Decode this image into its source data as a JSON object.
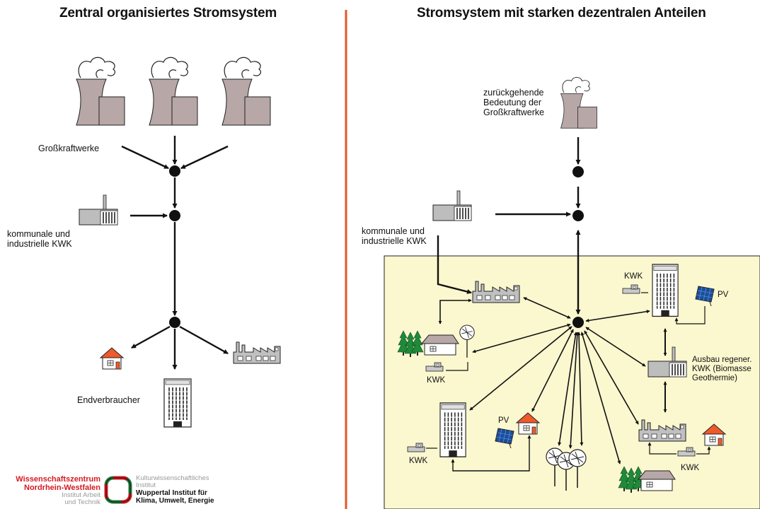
{
  "titles": {
    "left": "Zentral organisiertes Stromsystem",
    "right": "Stromsystem mit starken dezentralen Anteilen"
  },
  "left": {
    "grosskraftwerke": "Großkraftwerke",
    "kwk_line1": "kommunale und",
    "kwk_line2": "industrielle KWK",
    "endverbraucher": "Endverbraucher"
  },
  "right": {
    "zurueck_line1": "zurückgehende",
    "zurueck_line2": "Bedeutung der",
    "zurueck_line3": "Großkraftwerke",
    "kwk_line1": "kommunale und",
    "kwk_line2": "industrielle KWK",
    "kwk_top": "KWK",
    "pv_top": "PV",
    "kwk_left": "KWK",
    "ausbau_line1": "Ausbau regener.",
    "ausbau_line2": "KWK (Biomasse",
    "ausbau_line3": "Geothermie)",
    "pv_mid": "PV",
    "kwk_bottom_left": "KWK",
    "kwk_bottom_right": "KWK"
  },
  "logos": {
    "wz_line1": "Wissenschaftszentrum",
    "wz_line2": "Nordrhein-Westfalen",
    "wz_line3": "Institut Arbeit",
    "wz_line4": "und Technik",
    "kw_line1": "Kulturwissenschaftliches",
    "kw_line2": "Institut",
    "wi_line1": "Wuppertal Institut für",
    "wi_line2": "Klima, Umwelt, Energie"
  },
  "colors": {
    "divider": "#e05a2a",
    "panel": "#fbf7cf",
    "plant": "#b7a7a7",
    "roof": "#ef5a2a",
    "logo_red": "#d71920",
    "tree": "#1f8a3a",
    "pv_panel": "#1a4e9c"
  }
}
